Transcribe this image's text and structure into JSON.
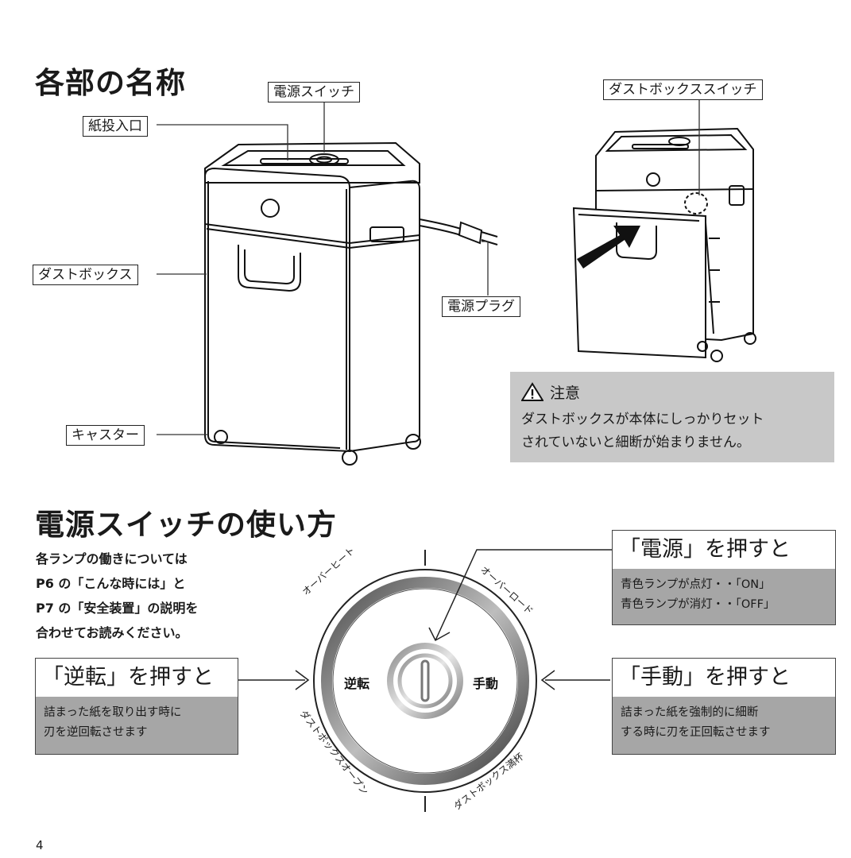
{
  "section1": {
    "title": "各部の名称",
    "labels": {
      "power_switch": "電源スイッチ",
      "paper_slot": "紙投入口",
      "dust_box": "ダストボックス",
      "power_plug": "電源プラグ",
      "caster": "キャスター",
      "dust_box_switch": "ダストボックススイッチ"
    },
    "caution": {
      "title": "注意",
      "line1": "ダストボックスが本体にしっかりセット",
      "line2": "されていないと細断が始まりません。"
    }
  },
  "section2": {
    "title": "電源スイッチの使い方",
    "intro": [
      "各ランプの働きについては",
      "P6 の「こんな時には」と",
      "P7 の「安全装置」の説明を",
      "合わせてお読みください。"
    ],
    "power": {
      "heading": "「電源」を押すと",
      "line1": "青色ランプが点灯・・「ON」",
      "line2": "青色ランプが消灯・・「OFF」"
    },
    "reverse": {
      "heading": "「逆転」を押すと",
      "line1": "詰まった紙を取り出す時に",
      "line2": "刃を逆回転させます"
    },
    "manual": {
      "heading": "「手動」を押すと",
      "line1": "詰まった紙を強制的に細断",
      "line2": "する時に刃を正回転させます"
    },
    "dial": {
      "left_button": "逆転",
      "right_button": "手動",
      "arc_overheat": "オーバーヒート",
      "arc_overload": "オーバーロード",
      "arc_dustbox_open": "ダストボックスオープン",
      "arc_dustbox_full": "ダストボックス満杯"
    }
  },
  "page_number": "4"
}
